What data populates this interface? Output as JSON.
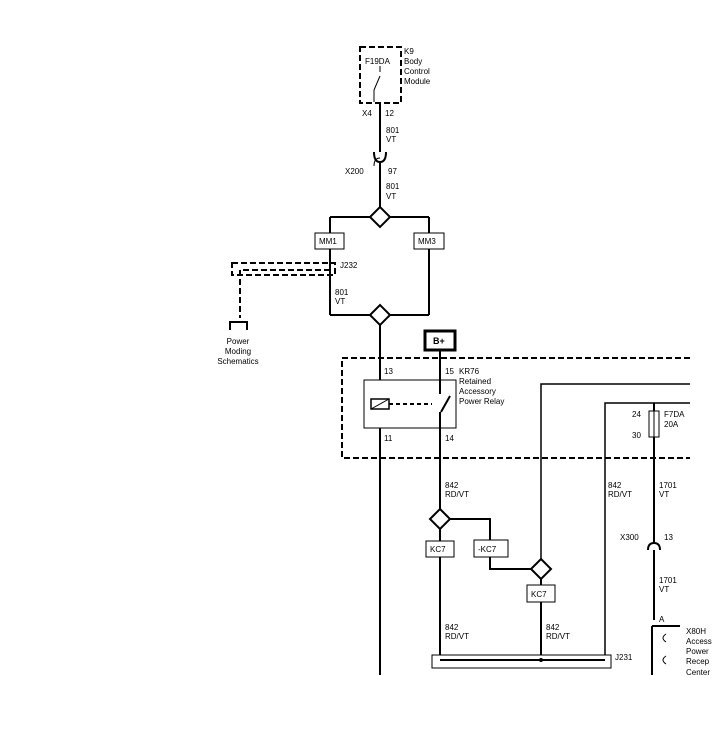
{
  "k9": {
    "ref": "K9",
    "name_lines": [
      "Body",
      "Control",
      "Module"
    ],
    "fuse": "F19DA",
    "connector": "X4",
    "pin": "12"
  },
  "wire_801_a": [
    "801",
    "VT"
  ],
  "x200": {
    "connector": "X200",
    "pin": "97"
  },
  "wire_801_b": [
    "801",
    "VT"
  ],
  "mm1": "MM1",
  "mm3": "MM3",
  "j232": "J232",
  "wire_801_c": [
    "801",
    "VT"
  ],
  "power_moding": [
    "Power",
    "Moding",
    "Schematics"
  ],
  "bplus": "B+",
  "kr76": {
    "ref": "KR76",
    "name_lines": [
      "Retained",
      "Accessory",
      "Power Relay"
    ],
    "pin_13": "13",
    "pin_15": "15",
    "pin_11": "11",
    "pin_14": "14"
  },
  "f7da": {
    "name": "F7DA",
    "rating": "20A",
    "pin_24": "24",
    "pin_30": "30"
  },
  "wire_842_a": [
    "842",
    "RD/VT"
  ],
  "wire_842_b": [
    "842",
    "RD/VT"
  ],
  "wire_1701_a": [
    "1701",
    "VT"
  ],
  "kc7_a": "KC7",
  "kc7_neg": "-KC7",
  "kc7_b": "KC7",
  "x300": {
    "connector": "X300",
    "pin": "13"
  },
  "wire_1701_b": [
    "1701",
    "VT"
  ],
  "wire_842_c": [
    "842",
    "RD/VT"
  ],
  "wire_842_d": [
    "842",
    "RD/VT"
  ],
  "j231": "J231",
  "x80h": {
    "pin": "A",
    "ref": "X80H",
    "name_lines": [
      "Access",
      "Power",
      "Recep",
      "Center"
    ]
  }
}
